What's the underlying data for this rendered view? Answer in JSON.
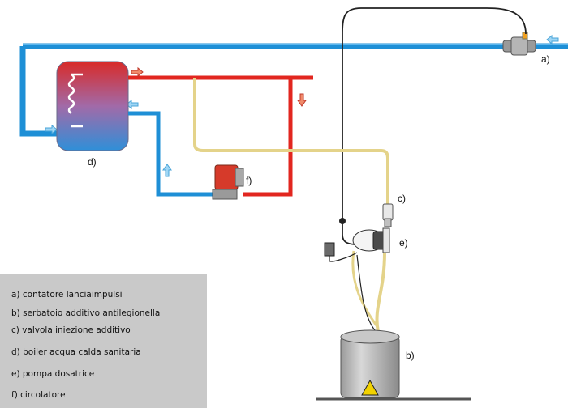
{
  "labels": {
    "a": "a)",
    "b": "b)",
    "c": "c)",
    "d": "d)",
    "e": "e)",
    "f": "f)"
  },
  "legend": [
    {
      "text": "a) contatore lanciaimpulsi"
    },
    {
      "text": "b) serbatoio additivo antilegionella"
    },
    {
      "text": "c) valvola iniezione additivo"
    },
    {
      "text": "d) boiler acqua calda sanitaria"
    },
    {
      "text": "e) pompa dosatrice"
    },
    {
      "text": "f) circolatore"
    }
  ],
  "colors": {
    "cold_pipe": "#1e8fd6",
    "hot_pipe": "#e2261f",
    "additive_tube": "#e4d38a",
    "signal_cable": "#222222",
    "legend_bg": "#c9c9c9"
  }
}
